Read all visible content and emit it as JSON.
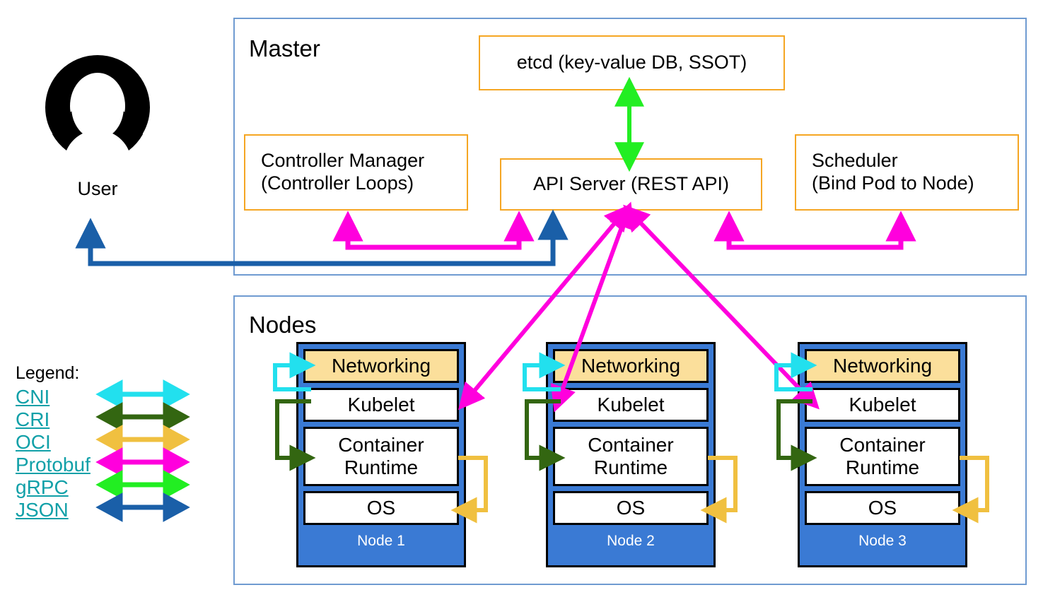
{
  "master": {
    "title": "Master",
    "boxes": [
      {
        "id": "etcd",
        "label": "etcd (key-value DB, SSOT)"
      },
      {
        "id": "controller-manager",
        "line1": "Controller Manager",
        "line2": "(Controller Loops)"
      },
      {
        "id": "api-server",
        "label": "API Server (REST API)"
      },
      {
        "id": "scheduler",
        "line1": "Scheduler",
        "line2": "(Bind Pod to Node)"
      }
    ]
  },
  "user": {
    "label": "User",
    "icon": "user-avatar-icon"
  },
  "nodes_group": {
    "title": "Nodes",
    "layer_labels": {
      "networking": "Networking",
      "kubelet": "Kubelet",
      "container_runtime_line1": "Container",
      "container_runtime_line2": "Runtime",
      "os": "OS"
    },
    "nodes": [
      {
        "name": "Node 1"
      },
      {
        "name": "Node 2"
      },
      {
        "name": "Node 3"
      }
    ]
  },
  "legend": {
    "title": "Legend:",
    "items": [
      {
        "label": "CNI",
        "color": "#22e0ee"
      },
      {
        "label": "CRI",
        "color": "#336611"
      },
      {
        "label": "OCI",
        "color": "#f0c040"
      },
      {
        "label": "Protobuf",
        "color": "#ff00dd"
      },
      {
        "label": "gRPC",
        "color": "#22ee22"
      },
      {
        "label": "JSON",
        "color": "#1a5fa8"
      }
    ]
  },
  "colors": {
    "group_border": "#6f9bd1",
    "master_box_border": "#f5a623",
    "node_fill": "#3a7ad4",
    "networking_fill": "#fbdf9b",
    "legend_link": "#11a0a8",
    "cni": "#22e0ee",
    "cri": "#336611",
    "oci": "#f0c040",
    "protobuf": "#ff00dd",
    "grpc": "#22ee22",
    "json": "#1a5fa8"
  }
}
